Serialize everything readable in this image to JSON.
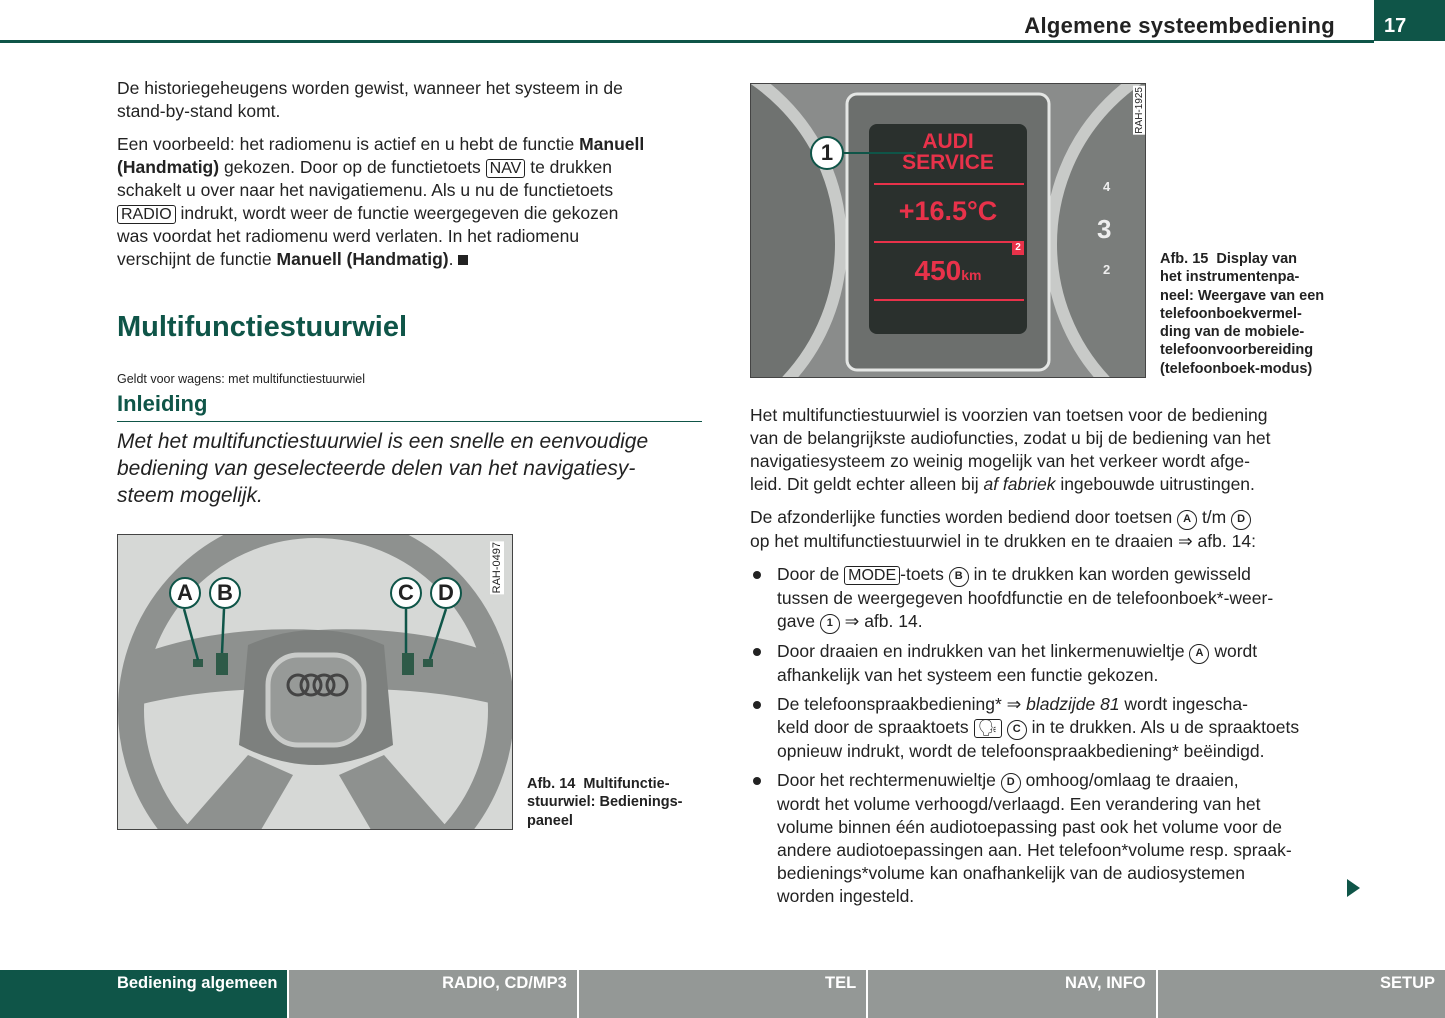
{
  "header": {
    "title": "Algemene systeembediening",
    "page_number": "17"
  },
  "left": {
    "p1": [
      {
        "k": "t",
        "v": "De historiegeheugens worden gewist, wanneer het systeem in de\nstand-by-stand komt."
      }
    ],
    "p2": [
      {
        "k": "t",
        "v": "Een voorbeeld: het radiomenu is actief en u hebt de functie "
      },
      {
        "k": "b",
        "v": "Manuell\n(Handmatig)"
      },
      {
        "k": "t",
        "v": " gekozen. Door op de functietoets "
      },
      {
        "k": "key",
        "v": "NAV"
      },
      {
        "k": "t",
        "v": " te drukken\nschakelt u over naar het navigatiemenu. Als u nu de functietoets\n"
      },
      {
        "k": "key",
        "v": "RADIO"
      },
      {
        "k": "t",
        "v": " indrukt, wordt weer de functie weergegeven die gekozen\nwas voordat het radiomenu werd verlaten. In het radiomenu\nverschijnt de functie "
      },
      {
        "k": "b",
        "v": "Manuell (Handmatig)"
      },
      {
        "k": "t",
        "v": ". "
      },
      {
        "k": "end",
        "v": ""
      }
    ],
    "section_title": "Multifunctiestuurwiel",
    "applies_to": "Geldt voor wagens: met multifunctiestuurwiel",
    "subsection_title": "Inleiding",
    "intro": "Met het multifunctiestuurwiel is een snelle en eenvoudige\nbediening van geselecteerde delen van het navigatiesy-\nsteem mogelijk.",
    "figure14": {
      "code": "RAH-0497",
      "labels": [
        "A",
        "B",
        "C",
        "D"
      ],
      "caption": "Afb. 14  Multifunctie-\nstuurwiel: Bedienings-\npaneel"
    }
  },
  "right": {
    "figure15": {
      "code": "RAH-1925",
      "callout": "1",
      "line1": "AUDI",
      "line2": "SERVICE",
      "temperature": "+16.5°C",
      "distance": "450",
      "unit": "km",
      "badge": "2",
      "gauge_numbers": [
        "4",
        "3",
        "2"
      ],
      "caption": "Afb. 15  Display van\nhet instrumentenpa-\nneel: Weergave van een\ntelefoonboekvermel-\nding van de mobiele-\ntelefoonvoorbereiding\n(telefoonboek-modus)"
    },
    "p1": [
      {
        "k": "t",
        "v": "Het multifunctiestuurwiel is voorzien van toetsen voor de bediening\nvan de belangrijkste audiofuncties, zodat u bij de bediening van het\nnavigatiesysteem zo weinig mogelijk van het verkeer wordt afge-\nleid. Dit geldt echter alleen bij "
      },
      {
        "k": "i",
        "v": "af fabriek"
      },
      {
        "k": "t",
        "v": " ingebouwde uitrustingen."
      }
    ],
    "p2": [
      {
        "k": "t",
        "v": "De afzonderlijke functies worden bediend door toetsen "
      },
      {
        "k": "c",
        "v": "A"
      },
      {
        "k": "t",
        "v": " t/m "
      },
      {
        "k": "c",
        "v": "D"
      },
      {
        "k": "t",
        "v": "\nop het multifunctiestuurwiel in te drukken en te draaien ⇒ afb. 14:"
      }
    ],
    "bullets": [
      [
        {
          "k": "t",
          "v": "Door de "
        },
        {
          "k": "key",
          "v": "MODE"
        },
        {
          "k": "t",
          "v": "-toets "
        },
        {
          "k": "c",
          "v": "B"
        },
        {
          "k": "t",
          "v": " in te drukken kan worden gewisseld\ntussen de weergegeven hoofdfunctie en de telefoonboek*-weer-\ngave "
        },
        {
          "k": "c",
          "v": "1"
        },
        {
          "k": "t",
          "v": " ⇒ afb. 14."
        }
      ],
      [
        {
          "k": "t",
          "v": "Door draaien en indrukken van het linkermenuwieltje "
        },
        {
          "k": "c",
          "v": "A"
        },
        {
          "k": "t",
          "v": " wordt\nafhankelijk van het systeem een functie gekozen."
        }
      ],
      [
        {
          "k": "t",
          "v": "De telefoonspraakbediening* ⇒ "
        },
        {
          "k": "i",
          "v": "bladzijde 81"
        },
        {
          "k": "t",
          "v": " wordt ingescha-\nkeld door de spraaktoets "
        },
        {
          "k": "key",
          "v": "🗣"
        },
        {
          "k": "t",
          "v": " "
        },
        {
          "k": "c",
          "v": "C"
        },
        {
          "k": "t",
          "v": " in te drukken. Als u de spraaktoets\nopnieuw indrukt, wordt de telefoonspraakbediening* beëindigd."
        }
      ],
      [
        {
          "k": "t",
          "v": "Door het rechtermenuwieltje "
        },
        {
          "k": "c",
          "v": "D"
        },
        {
          "k": "t",
          "v": " omhoog/omlaag te draaien,\nwordt het volume verhoogd/verlaagd. Een verandering van het\nvolume binnen één audiotoepassing past ook het volume voor de\nandere audiotoepassingen aan. Het telefoon*volume resp. spraak-\nbedienings*volume kan onafhankelijk van de audiosystemen\nworden ingesteld."
        }
      ]
    ]
  },
  "footer": {
    "tabs": [
      {
        "label": "Bediening algemeen",
        "active": true
      },
      {
        "label": "RADIO, CD/MP3"
      },
      {
        "label": "TEL"
      },
      {
        "label": "NAV, INFO"
      },
      {
        "label": "SETUP"
      }
    ]
  },
  "colors": {
    "brand_green": "#0f5548",
    "tab_grey": "#949896",
    "display_red": "#e8324a"
  }
}
